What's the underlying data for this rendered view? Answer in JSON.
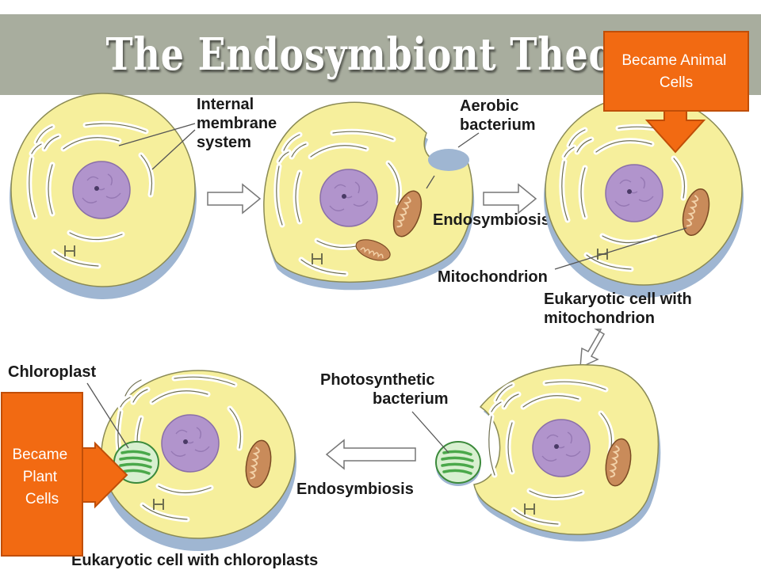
{
  "slide": {
    "title": "The Endosymbiont Theory"
  },
  "labels": {
    "internal_membrane": [
      "Internal",
      "membrane",
      "system"
    ],
    "aerobic_bacterium": [
      "Aerobic",
      "bacterium"
    ],
    "endosymbiosis_top": "Endosymbiosis",
    "mitochondrion": "Mitochondrion",
    "eukaryotic_mito": [
      "Eukaryotic cell with",
      "mitochondrion"
    ],
    "chloroplast": "Chloroplast",
    "photosynthetic_bacterium": [
      "Photosynthetic",
      "bacterium"
    ],
    "endosymbiosis_bottom": "Endosymbiosis",
    "eukaryotic_chloro": "Eukaryotic cell with chloroplasts"
  },
  "callouts": {
    "animal": [
      "Became Animal",
      "Cells"
    ],
    "plant": [
      "Became",
      "Plant",
      "Cells"
    ]
  },
  "colors": {
    "banner": "#a8ad9e",
    "callout_fill": "#f26a12",
    "callout_border": "#c04e08",
    "cytoplasm": "#f6ef9c",
    "nucleus": "#b194cc",
    "mitochondrion": "#c98b5a",
    "chloroplast": "#8fd08f"
  }
}
